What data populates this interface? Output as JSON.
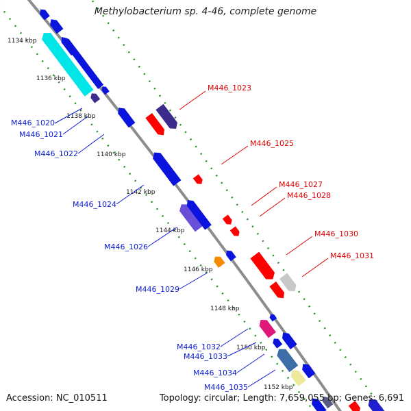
{
  "title": "Methylobacterium sp. 4-46, complete genome",
  "accession": "Accession: NC_010511",
  "summary": "Topology: circular; Length: 7,659,055 bp; Genes: 6,691",
  "colors": {
    "backbone": "#8c8c8c",
    "ticks": "#1f8f1f",
    "reverse_label": "#0a1bd0",
    "forward_label": "#e00000"
  },
  "scale_ticks": [
    "1134 kbp",
    "1136 kbp",
    "1138 kbp",
    "1140 kbp",
    "1142 kbp",
    "1144 kbp",
    "1146 kbp",
    "1148 kbp",
    "1150 kbp",
    "1152 kbp"
  ],
  "gene_labels": [
    {
      "text": "M446_1020",
      "strand": "reverse"
    },
    {
      "text": "M446_1021",
      "strand": "reverse"
    },
    {
      "text": "M446_1022",
      "strand": "reverse"
    },
    {
      "text": "M446_1023",
      "strand": "forward"
    },
    {
      "text": "M446_1024",
      "strand": "reverse"
    },
    {
      "text": "M446_1025",
      "strand": "forward"
    },
    {
      "text": "M446_1026",
      "strand": "reverse"
    },
    {
      "text": "M446_1027",
      "strand": "forward"
    },
    {
      "text": "M446_1028",
      "strand": "forward"
    },
    {
      "text": "M446_1029",
      "strand": "reverse"
    },
    {
      "text": "M446_1030",
      "strand": "forward"
    },
    {
      "text": "M446_1031",
      "strand": "forward"
    },
    {
      "text": "M446_1032",
      "strand": "reverse"
    },
    {
      "text": "M446_1033",
      "strand": "reverse"
    },
    {
      "text": "M446_1034",
      "strand": "reverse"
    },
    {
      "text": "M446_1035",
      "strand": "reverse"
    }
  ]
}
